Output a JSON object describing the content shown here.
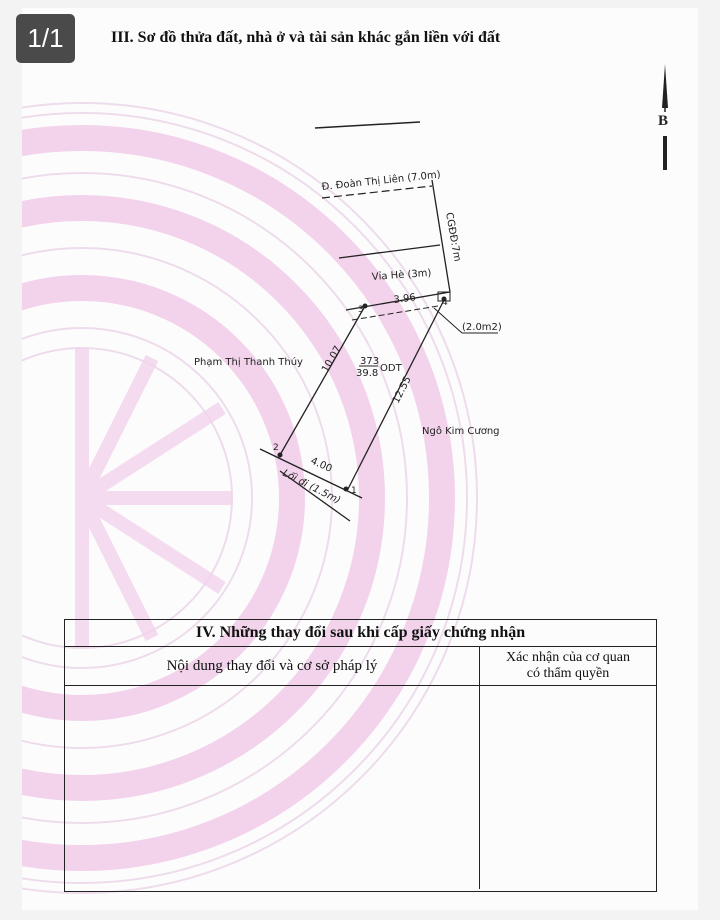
{
  "viewer": {
    "page_indicator": "1/1"
  },
  "section3": {
    "title": "III. Sơ đồ thửa đất, nhà ở và tài sản khác gắn liền với đất",
    "north_arrow_label": "B",
    "labels": {
      "street": "Đ. Đoàn Thị Liên (7.0m)",
      "setback": "CGĐĐ:7m",
      "sidewalk": "Vỉa Hè (3m)",
      "neighbor_left": "Phạm Thị Thanh Thúy",
      "neighbor_right": "Ngô Kim Cương",
      "alley": "Lối đi (1.5m)",
      "corner_area": "(2.0m2)",
      "parcel_number": "373",
      "parcel_area": "39.8",
      "land_use": "ODT"
    },
    "edges": {
      "edge_3_4": "3.96",
      "edge_2_3": "10.07",
      "edge_1_4": "12.55",
      "edge_1_2": "4.00"
    },
    "points": [
      "1",
      "2",
      "3",
      "4"
    ]
  },
  "section4": {
    "title": "IV. Những thay đổi sau khi cấp giấy chứng nhận",
    "col_left_header": "Nội dung thay đổi và cơ sở pháp lý",
    "col_right_header_line1": "Xác nhận của cơ quan",
    "col_right_header_line2": "có thẩm quyền"
  },
  "colors": {
    "watermark": "#f0c8e6",
    "ink": "#222222",
    "badge_bg": "#4a4a4a"
  }
}
